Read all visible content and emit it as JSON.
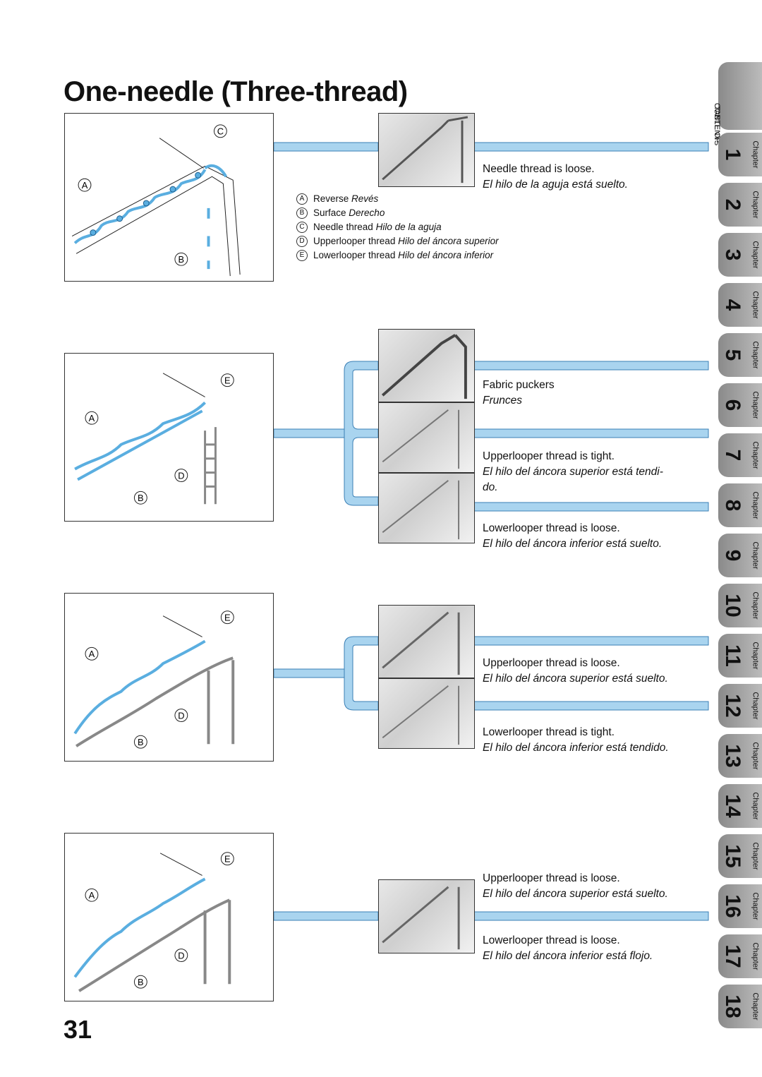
{
  "page": {
    "title": "One-needle (Three-thread)",
    "page_number": "31"
  },
  "labels": {
    "a": "A",
    "b": "B",
    "c": "C",
    "d": "D",
    "e": "E"
  },
  "legend": [
    {
      "letter": "A",
      "en": "Reverse",
      "es": "Revés"
    },
    {
      "letter": "B",
      "en": "Surface",
      "es": "Derecho"
    },
    {
      "letter": "C",
      "en": "Needle thread",
      "es": "Hilo de la aguja"
    },
    {
      "letter": "D",
      "en": "Upperlooper thread",
      "es": "Hilo del áncora superior"
    },
    {
      "letter": "E",
      "en": "Lowerlooper thread",
      "es": "Hilo del áncora inferior"
    }
  ],
  "captions": {
    "needle_loose": {
      "en": "Needle thread is loose.",
      "es": "El hilo de la aguja está suelto."
    },
    "puckers": {
      "en": "Fabric puckers",
      "es": "Frunces"
    },
    "upper_tight": {
      "en": "Upperlooper thread is tight.",
      "es1": "El hilo del áncora superior está tendi-",
      "es2": "do."
    },
    "lower_loose_1": {
      "en": "Lowerlooper thread is loose.",
      "es": "El hilo del áncora inferior está suelto."
    },
    "upper_loose_1": {
      "en": "Upperlooper thread is loose.",
      "es": "El hilo del áncora superior está suelto."
    },
    "lower_tight": {
      "en": "Lowerlooper thread is tight.",
      "es": "El hilo del áncora inferior está tendido."
    },
    "upper_loose_2": {
      "en": "Upperlooper thread is loose.",
      "es": "El hilo del áncora superior está suelto."
    },
    "lower_loose_2": {
      "en": "Lowerlooper thread is loose.",
      "es": "El hilo del áncora inferior está flojo."
    }
  },
  "tabs": {
    "toc_line1": "TABLE OF",
    "toc_line2": "CONTENTS",
    "chapter_word": "Chapter",
    "chapters": [
      "1",
      "2",
      "3",
      "4",
      "5",
      "6",
      "7",
      "8",
      "9",
      "10",
      "11",
      "12",
      "13",
      "14",
      "15",
      "16",
      "17",
      "18"
    ]
  },
  "colors": {
    "accent_blue": "#a9d4ef",
    "accent_blue_border": "#3a7fb5",
    "thread_blue": "#5aaee0",
    "tab_gray": "#9e9e9e"
  }
}
